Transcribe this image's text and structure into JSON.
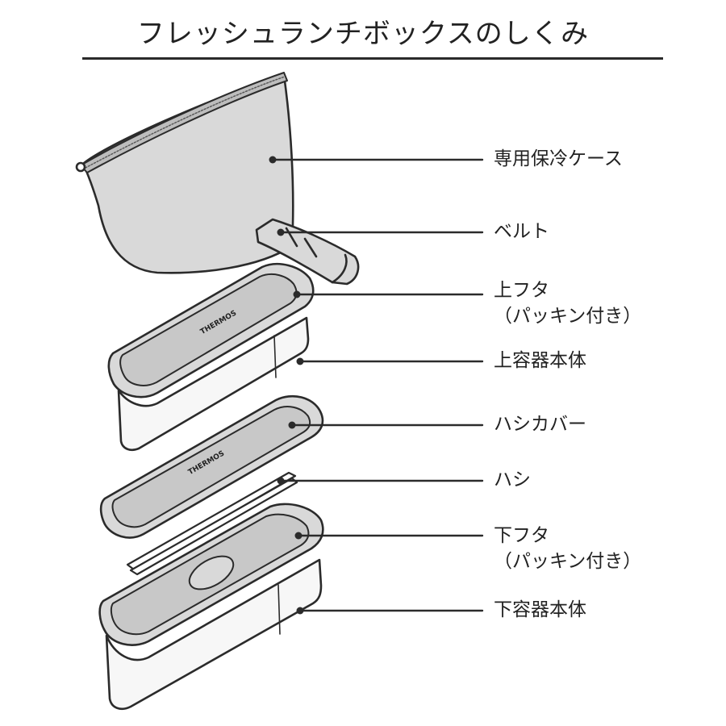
{
  "title": "フレッシュランチボックスのしくみ",
  "product_marking": "THERMOS",
  "colors": {
    "outline": "#2b2b2b",
    "part_fill": "#d9d9d9",
    "part_fill_dark": "#c4c4c4",
    "container_fill": "#f7f7f7",
    "background": "#ffffff"
  },
  "callouts": [
    {
      "id": "insulated-case",
      "lines": [
        "専用保冷ケース"
      ]
    },
    {
      "id": "belt",
      "lines": [
        "ベルト"
      ]
    },
    {
      "id": "upper-lid",
      "lines": [
        "上フタ",
        "（パッキン付き）"
      ]
    },
    {
      "id": "upper-container",
      "lines": [
        "上容器本体"
      ]
    },
    {
      "id": "chopstick-cover",
      "lines": [
        "ハシカバー"
      ]
    },
    {
      "id": "chopsticks",
      "lines": [
        "ハシ"
      ]
    },
    {
      "id": "lower-lid",
      "lines": [
        "下フタ",
        "（パッキン付き）"
      ]
    },
    {
      "id": "lower-container",
      "lines": [
        "下容器本体"
      ]
    }
  ]
}
